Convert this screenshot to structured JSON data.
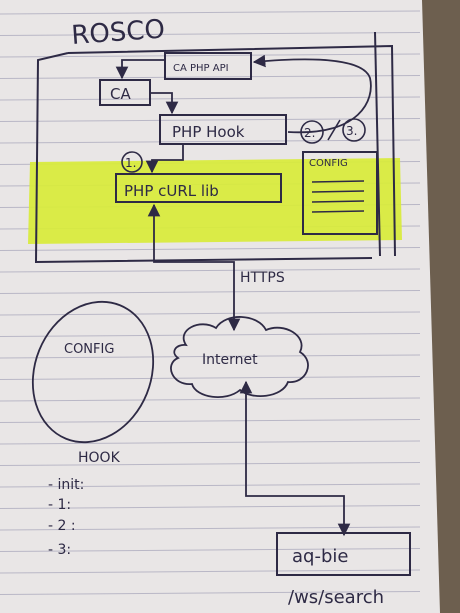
{
  "system_label": "ROSCO",
  "nodes": {
    "ca_php_api": "CA PHP API",
    "ca": "CA",
    "php_hook": "PHP Hook",
    "php_curl_lib": "PHP cURL lib",
    "config_box": "CONFIG",
    "internet": "Internet",
    "aq_bie": "aq-bie",
    "config_oval": "CONFIG"
  },
  "markers": {
    "one": "1.",
    "two": "2.",
    "three": "3."
  },
  "edges": {
    "https": "HTTPS",
    "ws_search": "/ws/search"
  },
  "hook_list": {
    "title": "HOOK",
    "items": [
      "- init:",
      "- 1:",
      "- 2 :",
      "- 3:"
    ]
  },
  "colors": {
    "highlight": "#d8ec3a",
    "ink": "#2e2a45",
    "paper": "#e9e6e6"
  }
}
